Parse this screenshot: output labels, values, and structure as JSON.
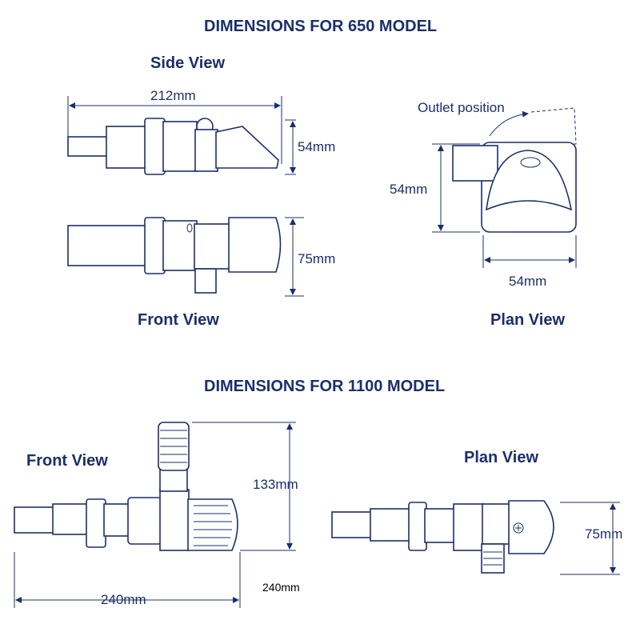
{
  "model_650": {
    "title": "DIMENSIONS FOR 650 MODEL",
    "side_view": {
      "label": "Side View",
      "length": "212mm",
      "height": "54mm"
    },
    "front_view": {
      "label": "Front View",
      "height": "75mm"
    },
    "plan_view": {
      "label": "Plan View",
      "outlet_note": "Outlet position",
      "height": "54mm",
      "width": "54mm"
    }
  },
  "model_1100": {
    "title": "DIMENSIONS FOR 1100 MODEL",
    "front_view": {
      "label": "Front View",
      "height": "133mm",
      "length": "240mm",
      "length_note": "240mm"
    },
    "plan_view": {
      "label": "Plan View",
      "height": "75mm"
    }
  },
  "colors": {
    "drawing": "#1b2f6b"
  }
}
